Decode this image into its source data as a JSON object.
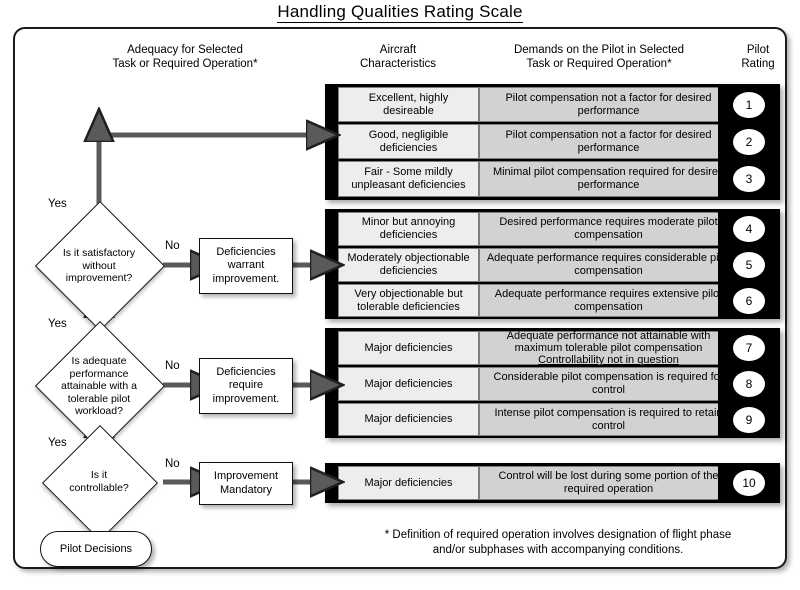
{
  "title": "Handling Qualities Rating Scale",
  "headers": {
    "adequacy": "Adequacy for Selected\nTask or Required  Operation*",
    "adequacy_l1": "Adequacy for Selected",
    "adequacy_l2": "Task or Required  Operation*",
    "aircraft_l1": "Aircraft",
    "aircraft_l2": "Characteristics",
    "demands_l1": "Demands on the Pilot in Selected",
    "demands_l2": "Task or Required Operation*",
    "pilot_l1": "Pilot",
    "pilot_l2": "Rating"
  },
  "groups": [
    {
      "id": "group-1-3",
      "rows": [
        {
          "aircraft": "Excellent, highly desireable",
          "demands": "Pilot compensation not a factor for desired performance",
          "rating": "1"
        },
        {
          "aircraft": "Good, negligible deficiencies",
          "demands": "Pilot compensation not a factor for desired performance",
          "rating": "2"
        },
        {
          "aircraft": "Fair - Some mildly unpleasant deficiencies",
          "demands": "Minimal pilot compensation required for desired performance",
          "rating": "3"
        }
      ]
    },
    {
      "id": "group-4-6",
      "rows": [
        {
          "aircraft": "Minor but annoying deficiencies",
          "demands": "Desired performance requires moderate pilot compensation",
          "rating": "4"
        },
        {
          "aircraft": "Moderately objectionable deficiencies",
          "demands": "Adequate performance requires considerable pilot compensation",
          "rating": "5"
        },
        {
          "aircraft": "Very objectionable but tolerable deficiencies",
          "demands": "Adequate performance requires extensive pilot compensation",
          "rating": "6"
        }
      ]
    },
    {
      "id": "group-7-9",
      "rows": [
        {
          "aircraft": "Major deficiencies",
          "demands_l1": "Adequate performance not attainable with",
          "demands_l2": "maximum tolerable pilot compensation",
          "demands_l3": "Controllability not in question",
          "rating": "7"
        },
        {
          "aircraft": "Major deficiencies",
          "demands": "Considerable pilot compensation is required for control",
          "rating": "8"
        },
        {
          "aircraft": "Major deficiencies",
          "demands": "Intense pilot compensation is required to retain control",
          "rating": "9"
        }
      ]
    },
    {
      "id": "group-10",
      "rows": [
        {
          "aircraft": "Major deficiencies",
          "demands": "Control will be lost during some portion of the required operation",
          "rating": "10"
        }
      ]
    }
  ],
  "decisions": [
    {
      "id": "decision-satisfactory",
      "l1": "Is it satisfactory",
      "l2": "without",
      "l3": "improvement?",
      "yes": "Yes",
      "no": "No"
    },
    {
      "id": "decision-adequate-performance",
      "l1": "Is adequate",
      "l2": "performance",
      "l3": "attainable with a",
      "l4": "tolerable pilot",
      "l5": "workload?",
      "yes": "Yes",
      "no": "No"
    },
    {
      "id": "decision-controllable",
      "l1": "Is it",
      "l2": "controllable?",
      "yes": "Yes",
      "no": "No"
    }
  ],
  "actions": [
    {
      "id": "action-deficiencies-warrant",
      "l1": "Deficiencies",
      "l2": "warrant",
      "l3": "improvement."
    },
    {
      "id": "action-deficiencies-require",
      "l1": "Deficiencies",
      "l2": "require",
      "l3": "improvement."
    },
    {
      "id": "action-improvement-mandatory",
      "l1": "Improvement",
      "l2": "Mandatory"
    }
  ],
  "start": {
    "label": "Pilot Decisions"
  },
  "footnote": {
    "l1": "* Definition of required operation involves designation of flight phase",
    "l2": "and/or subphases with accompanying conditions."
  },
  "colors": {
    "frame": "#1a1a1a",
    "band": "#000000",
    "cell_aircraft": "#ededed",
    "cell_demands": "#d2d2d2",
    "arrow": "#595959",
    "text": "#000000"
  }
}
